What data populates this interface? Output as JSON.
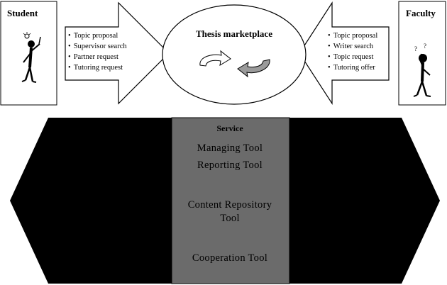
{
  "student": {
    "title": "Student",
    "items": [
      "Topic proposal",
      "Supervisor search",
      "Partner request",
      "Tutoring request"
    ]
  },
  "faculty": {
    "title": "Faculty",
    "items": [
      "Topic proposal",
      "Writer search",
      "Topic request",
      "Tutoring offer"
    ]
  },
  "marketplace": {
    "title": "Thesis marketplace"
  },
  "service": {
    "heading": "Service",
    "tools": [
      "Managing Tool",
      "Reporting Tool",
      "Content Repository Tool",
      "Cooperation Tool"
    ]
  },
  "colors": {
    "hexagon_fill": "#000000",
    "service_fill": "#6b6b6b",
    "line": "#000000"
  },
  "icons": [
    "student-stick-figure-icon",
    "faculty-stick-figure-icon",
    "cycle-arrows-icon"
  ]
}
